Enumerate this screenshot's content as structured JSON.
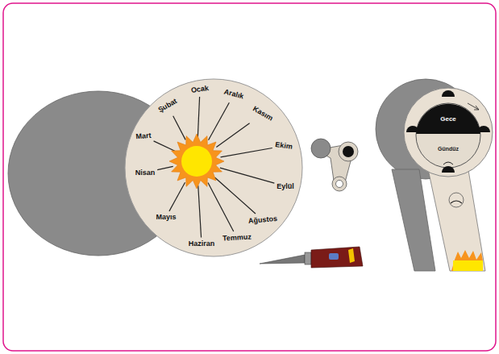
{
  "diagram": {
    "nodes": [
      {
        "text": [
          "Ocak",
          "Aralık",
          "Kasım",
          "Ekim",
          "Eylül",
          "Ağustos",
          "Temmuz",
          "Haziran",
          "Mayıs",
          "Nisan",
          "Mart",
          "Şubat"
        ]
      },
      {
        "text": [
          "Gece",
          "Gündüz"
        ]
      }
    ]
  }
}
